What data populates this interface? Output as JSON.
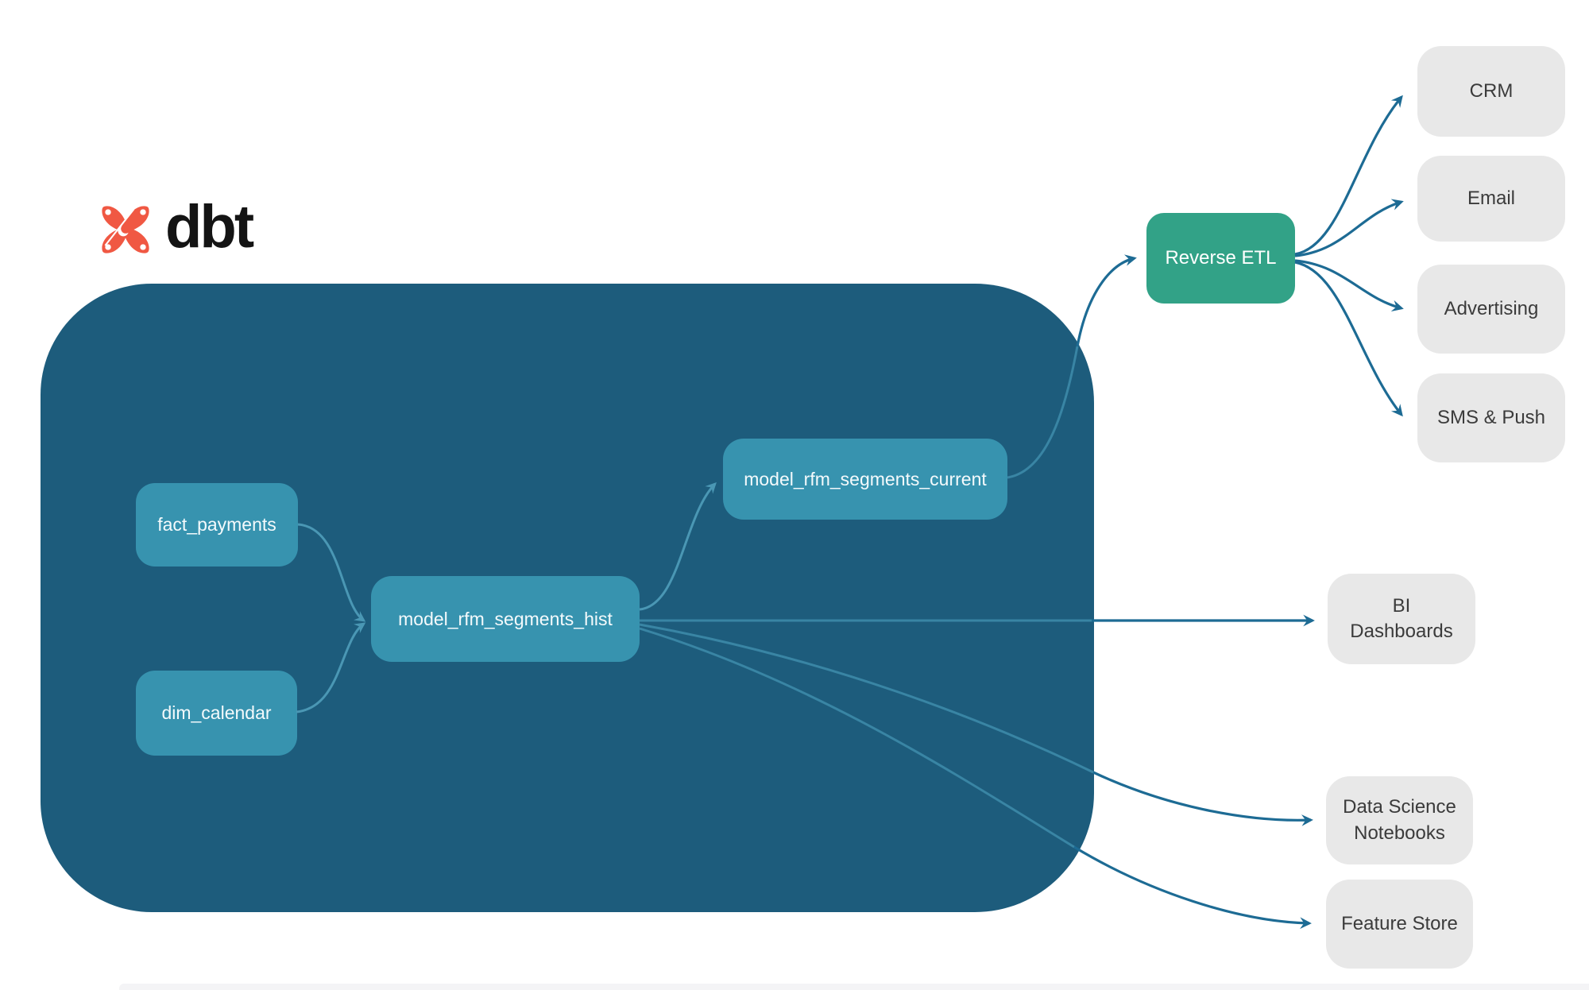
{
  "logo": {
    "text": "dbt",
    "icon": "dbt-logo-icon",
    "brand_color": "#f05843"
  },
  "colors": {
    "warehouse_container": "#1d5c7c",
    "model_node": "#3793af",
    "reverse_etl_node": "#32a287",
    "destination_node": "#e8e8e8",
    "edge_inside": "#3e8cab",
    "edge_outside": "#1d6b94",
    "node_text_light": "#f4fafc",
    "node_text_dark": "#3b3b3b"
  },
  "nodes": {
    "fact_payments": {
      "label": "fact_payments"
    },
    "dim_calendar": {
      "label": "dim_calendar"
    },
    "hist": {
      "label": "model_rfm_segments_hist"
    },
    "current": {
      "label": "model_rfm_segments_current"
    },
    "reverse_etl": {
      "label": "Reverse ETL"
    },
    "crm": {
      "label": "CRM"
    },
    "email": {
      "label": "Email"
    },
    "advertising": {
      "label": "Advertising"
    },
    "sms_push": {
      "label": "SMS & Push"
    },
    "bi_dashboards": {
      "label": "BI Dashboards"
    },
    "ds_notebooks": {
      "label": "Data Science Notebooks"
    },
    "feature_store": {
      "label": "Feature Store"
    }
  },
  "edges": [
    {
      "from": "fact_payments",
      "to": "model_rfm_segments_hist"
    },
    {
      "from": "dim_calendar",
      "to": "model_rfm_segments_hist"
    },
    {
      "from": "model_rfm_segments_hist",
      "to": "model_rfm_segments_current"
    },
    {
      "from": "model_rfm_segments_current",
      "to": "Reverse ETL"
    },
    {
      "from": "Reverse ETL",
      "to": "CRM"
    },
    {
      "from": "Reverse ETL",
      "to": "Email"
    },
    {
      "from": "Reverse ETL",
      "to": "Advertising"
    },
    {
      "from": "Reverse ETL",
      "to": "SMS & Push"
    },
    {
      "from": "model_rfm_segments_hist",
      "to": "BI Dashboards"
    },
    {
      "from": "model_rfm_segments_hist",
      "to": "Data Science Notebooks"
    },
    {
      "from": "model_rfm_segments_hist",
      "to": "Feature Store"
    }
  ]
}
